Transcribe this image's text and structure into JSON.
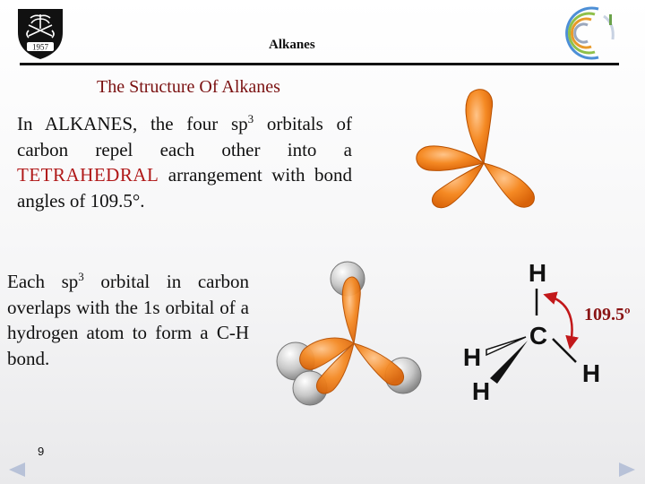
{
  "header": {
    "title": "Alkanes",
    "left_logo_year": "1957"
  },
  "subtitle": "The Structure Of Alkanes",
  "para1": {
    "line1a": "In ALKANES, the four sp",
    "sup": "3",
    "line1b": " orbitals of carbon repel each other into a ",
    "highlight": "TETRAHEDRAL",
    "rest": " arrangement with bond angles of 109.5°."
  },
  "para2": {
    "a": "Each sp",
    "sup": "3",
    "b": " orbital in carbon overlaps with the 1s orbital of a hydrogen atom to form a C-H bond."
  },
  "structure": {
    "h_top": "H",
    "carbon": "C",
    "h_left_top": "H",
    "h_left_bottom": "H",
    "h_right": "H",
    "angle_label": "109.5º"
  },
  "page_number": "9",
  "colors": {
    "orbital": "#f07810",
    "angle": "#8a1414",
    "highlight": "#b01818",
    "nav": "#b8c2d8"
  },
  "icons": {
    "prev": "triangle-left-icon",
    "next": "triangle-right-icon"
  }
}
